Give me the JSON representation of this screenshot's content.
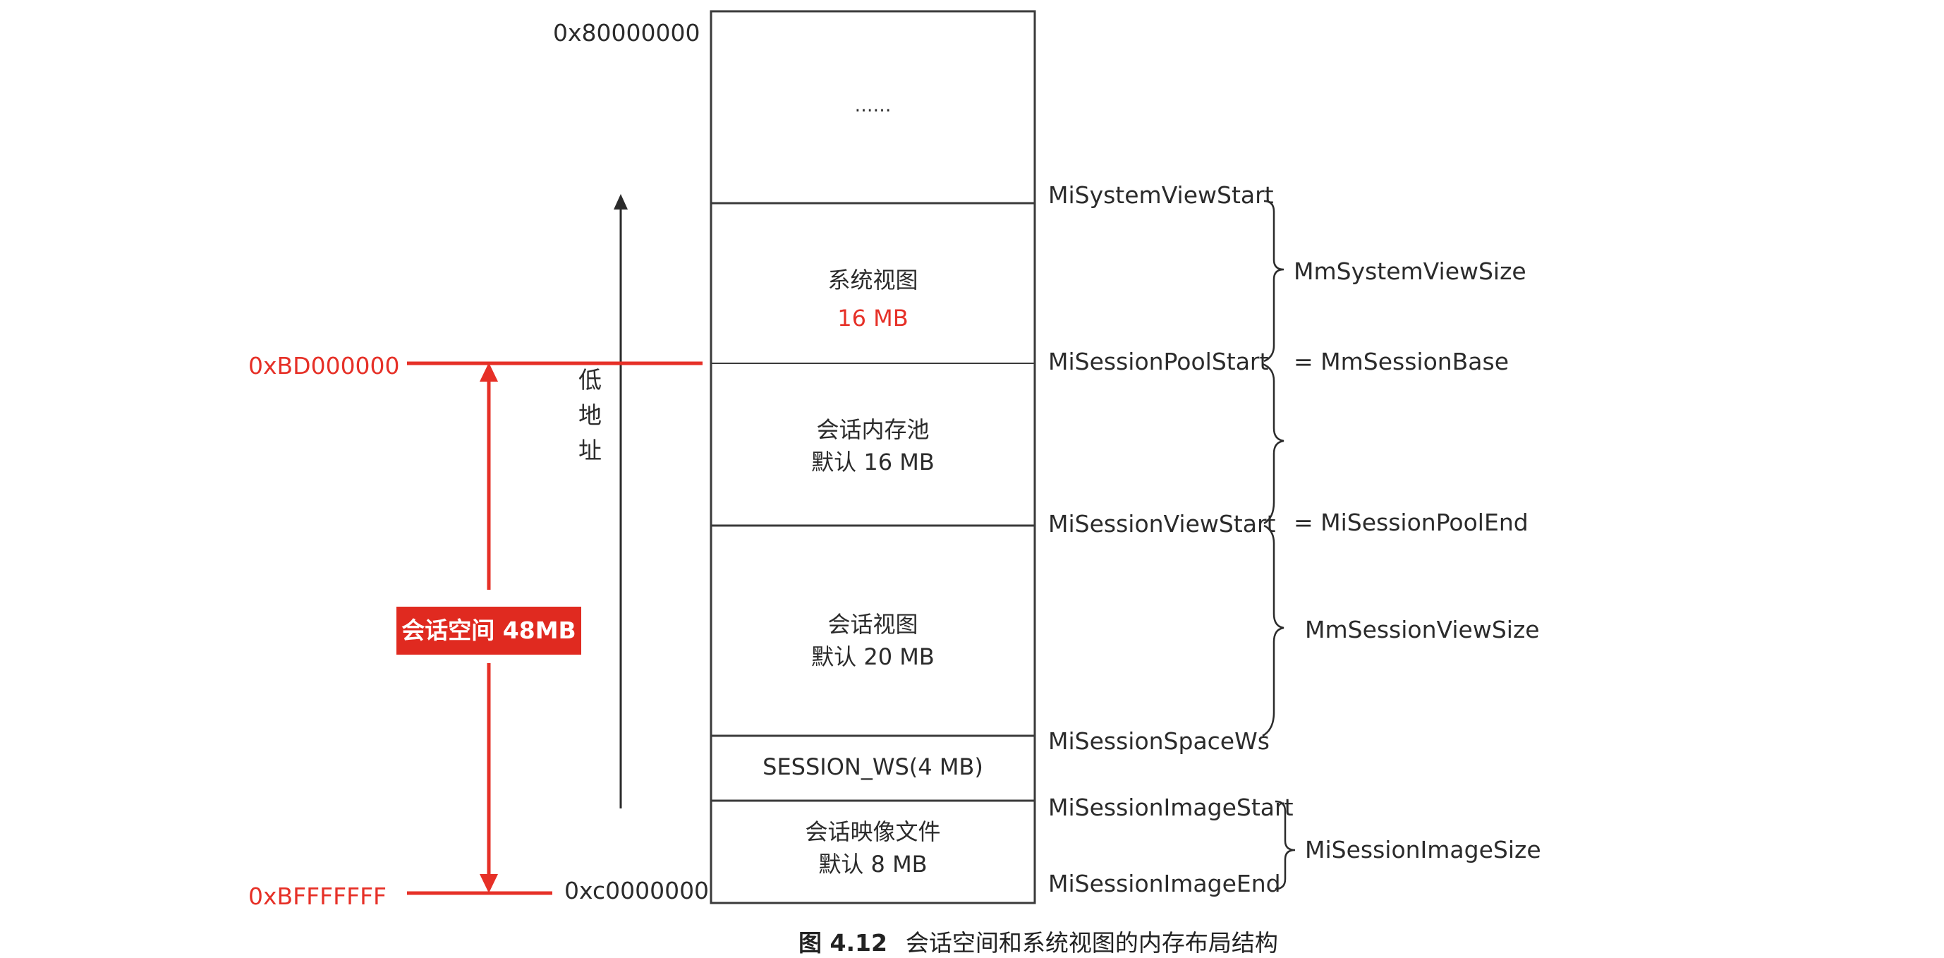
{
  "addresses": {
    "top": "0x80000000",
    "bd": "0xBD000000",
    "bf": "0xBFFFFFFF",
    "c0": "0xc0000000"
  },
  "blocks": {
    "dots": "……",
    "system_view": {
      "title": "系统视图",
      "size": "16 MB"
    },
    "session_pool": {
      "title": "会话内存池",
      "size": "默认 16 MB"
    },
    "session_view": {
      "title": "会话视图",
      "size": "默认 20 MB"
    },
    "session_ws": {
      "title": "SESSION_WS(4 MB)"
    },
    "session_image": {
      "title": "会话映像文件",
      "size": "默认 8 MB"
    }
  },
  "boundaries": {
    "system_view_start": "MiSystemViewStart",
    "session_pool_start": "MiSessionPoolStart",
    "session_view_start": "MiSessionViewStart",
    "session_space_ws": "MiSessionSpaceWs",
    "session_image_start": "MiSessionImageStart",
    "session_image_end": "MiSessionImageEnd"
  },
  "sizes": {
    "system_view_size": "MmSystemViewSize",
    "session_base": "= MmSessionBase",
    "session_pool_end": "= MiSessionPoolEnd",
    "session_view_size": "MmSessionViewSize",
    "session_image_size": "MiSessionImageSize"
  },
  "low_address": [
    "低",
    "地",
    "址"
  ],
  "session_space": "会话空间 48MB",
  "caption": {
    "figure": "图 4.12",
    "text": "会话空间和系统视图的内存布局结构"
  },
  "colors": {
    "accent": "#e63027",
    "ink": "#2b2b2b"
  }
}
